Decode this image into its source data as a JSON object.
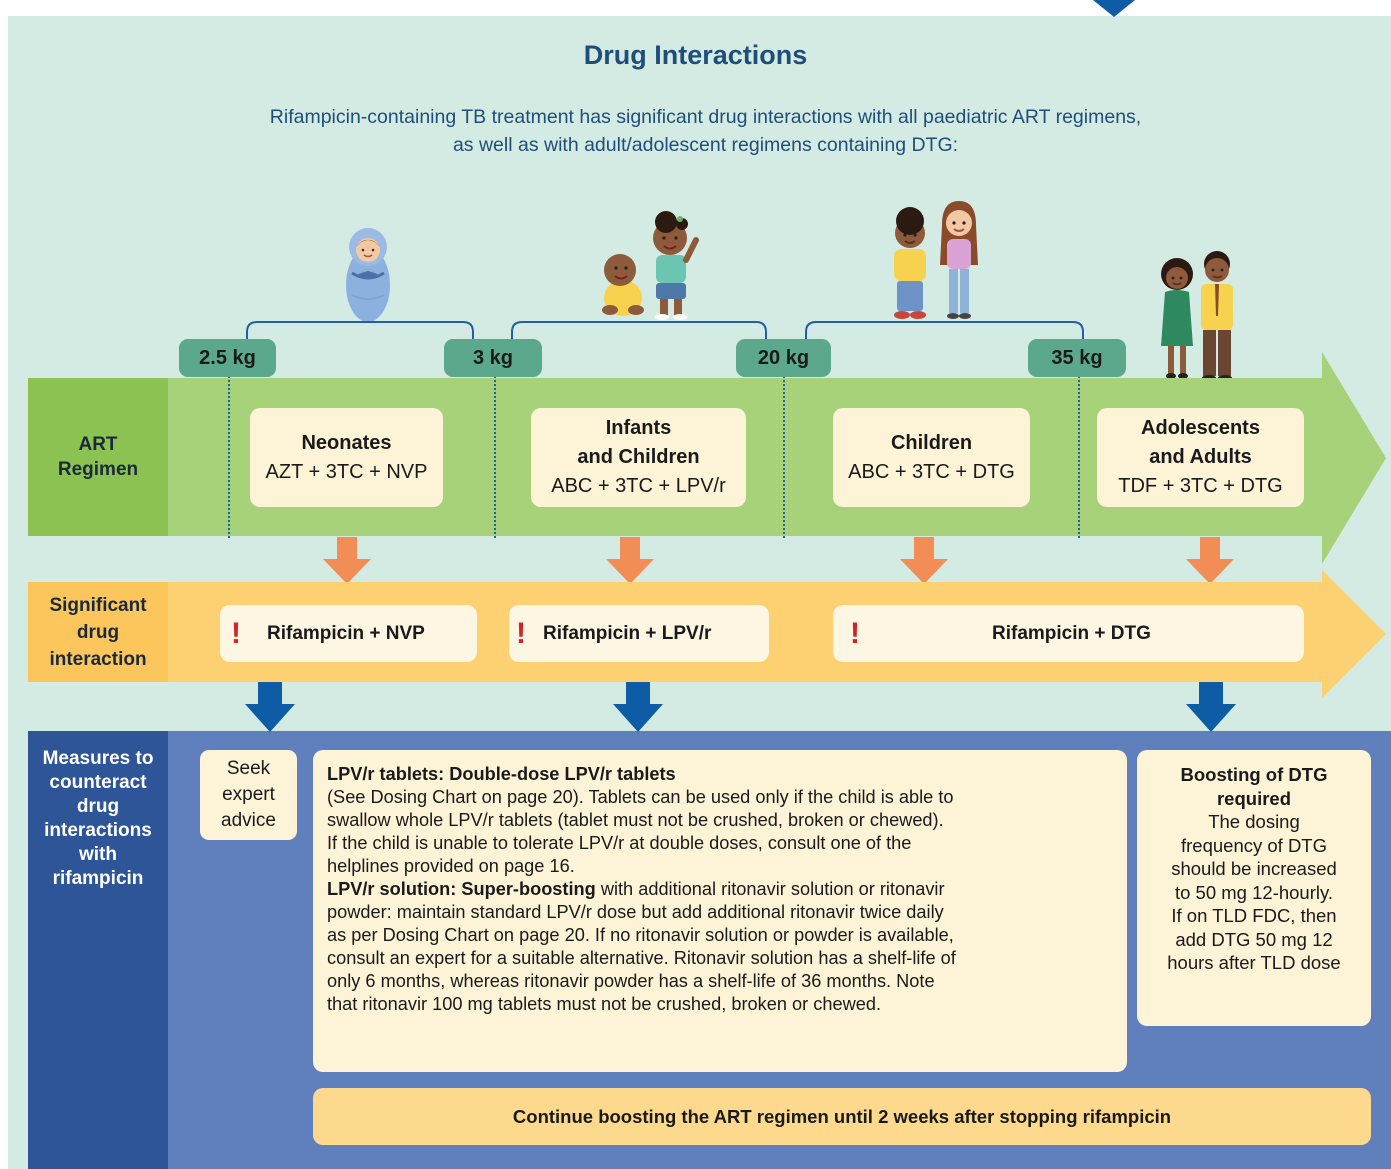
{
  "title": "Drug Interactions",
  "subtitle_line1": "Rifampicin-containing TB treatment has significant drug interactions with all paediatric ART regimens,",
  "subtitle_line2": "as well as with adult/adolescent regimens containing DTG:",
  "weights": [
    "2.5 kg",
    "3 kg",
    "20 kg",
    "35 kg"
  ],
  "rows": {
    "art_label_1": "ART",
    "art_label_2": "Regimen",
    "sig_label_1": "Significant",
    "sig_label_2": "drug",
    "sig_label_3": "interaction",
    "measures_label": [
      "Measures to",
      "counteract",
      "drug",
      "interactions",
      "with",
      "rifampicin"
    ]
  },
  "regimens": [
    {
      "group_1": "Neonates",
      "group_2": "",
      "regimen": "AZT + 3TC + NVP"
    },
    {
      "group_1": "Infants",
      "group_2": "and Children",
      "regimen": "ABC + 3TC + LPV/r"
    },
    {
      "group_1": "Children",
      "group_2": "",
      "regimen": "ABC + 3TC + DTG"
    },
    {
      "group_1": "Adolescents",
      "group_2": "and Adults",
      "regimen": "TDF + 3TC + DTG"
    }
  ],
  "interactions": {
    "mark": "!",
    "i1": "Rifampicin + NVP",
    "i2": "Rifampicin + LPV/r",
    "i3": "Rifampicin + DTG"
  },
  "measures": {
    "seek_1": "Seek",
    "seek_2": "expert",
    "seek_3": "advice",
    "lpv_heading": "LPV/r tablets: Double-dose LPV/r tablets",
    "lpv_lines": [
      "(See Dosing Chart on page 20). Tablets can be used only if the child is able to",
      "swallow whole LPV/r tablets (tablet must not be crushed, broken or chewed).",
      "If the child is unable to tolerate LPV/r at double doses, consult one of the",
      "helplines provided on page 16."
    ],
    "sol_heading": "LPV/r solution: Super-boosting",
    "sol_first_rest": " with additional ritonavir solution or ritonavir",
    "sol_lines": [
      "powder: maintain standard LPV/r dose but add additional ritonavir twice daily",
      "as per Dosing Chart on page 20. If no ritonavir solution or powder is available,",
      "consult an expert for a suitable alternative. Ritonavir solution has a shelf-life of",
      "only 6 months, whereas ritonavir powder has a shelf-life of 36 months. Note",
      "that ritonavir 100 mg tablets must not be crushed, broken or chewed."
    ],
    "dtg_heading_1": "Boosting of DTG",
    "dtg_heading_2": "required",
    "dtg_lines": [
      "The dosing",
      "frequency of DTG",
      "should be increased",
      "to 50 mg 12-hourly.",
      "If on TLD FDC, then",
      "add DTG 50 mg 12",
      "hours after TLD dose"
    ],
    "continue": "Continue boosting the ART regimen until 2 weeks after stopping rifampicin"
  },
  "colors": {
    "panel_bg": "#d4ebe4",
    "art_arrow": "#a7d27a",
    "art_label": "#8cc252",
    "sig_arrow": "#fdd071",
    "sig_label": "#fcc65c",
    "measures_bg": "#5f7fbd",
    "measures_label": "#2e5597",
    "orange_arrow": "#f28d55",
    "blue_arrow": "#0f5ca6",
    "weight_box": "#5ba88c",
    "cream_box": "#fdf3d6"
  },
  "illustrations": [
    "swaddled-baby",
    "infant-and-toddler",
    "two-children",
    "adult-couple"
  ]
}
